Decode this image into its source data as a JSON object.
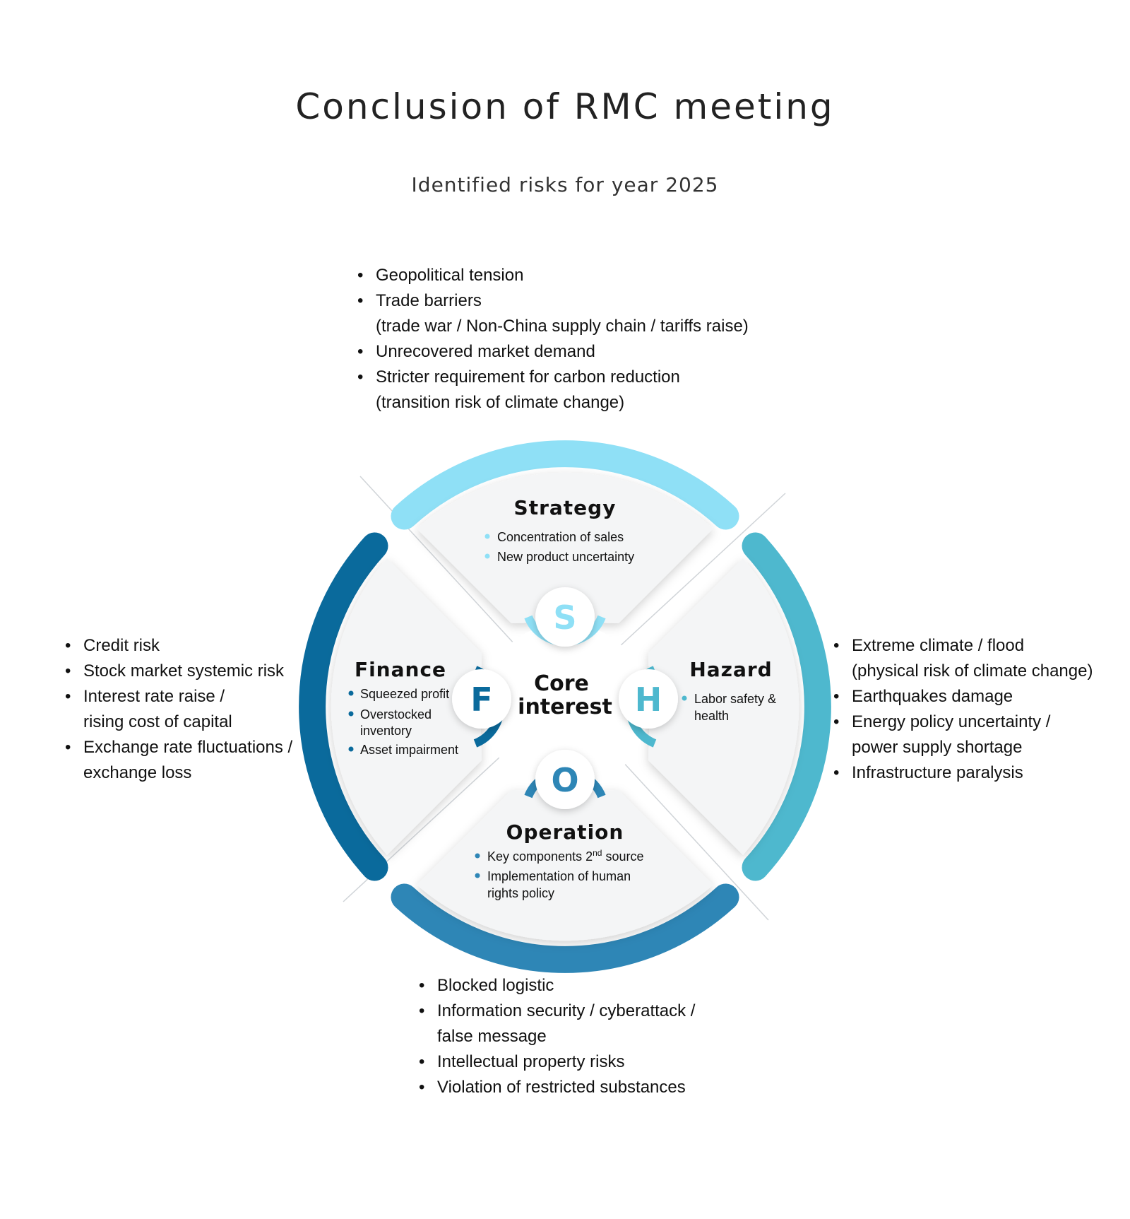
{
  "title": "Conclusion of RMC meeting",
  "subtitle": "Identified risks for year 2025",
  "colors": {
    "strategy": "#8FE0F6",
    "hazard": "#4EB8CE",
    "operation": "#2E86B6",
    "finance": "#0A6A9C",
    "panel": "#F4F5F6"
  },
  "outer_lists": {
    "top": [
      "Geopolitical tension",
      "Trade barriers",
      "(trade war / Non-China supply chain / tariffs raise)",
      "Unrecovered market demand",
      "Stricter requirement for carbon reduction",
      "(transition risk of climate change)"
    ],
    "left": [
      "Credit risk",
      "Stock market systemic risk",
      "Interest rate raise /",
      "rising cost of capital",
      "Exchange rate fluctuations /",
      "exchange loss"
    ],
    "right": [
      "Extreme climate / flood",
      "(physical risk of climate change)",
      "Earthquakes damage",
      "Energy policy uncertainty /",
      "power supply shortage",
      "Infrastructure paralysis"
    ],
    "bottom": [
      "Blocked logistic",
      "Information security / cyberattack /",
      "false message",
      "Intellectual property risks",
      "Violation of restricted substances"
    ]
  },
  "quadrants": {
    "strategy": {
      "title": "Strategy",
      "letter": "S",
      "items": [
        "Concentration of sales",
        "New product uncertainty"
      ]
    },
    "finance": {
      "title": "Finance",
      "letter": "F",
      "items": [
        "Squeezed profit",
        "Overstocked",
        "inventory",
        "Asset impairment"
      ]
    },
    "hazard": {
      "title": "Hazard",
      "letter": "H",
      "items": [
        "Labor safety &",
        "health"
      ]
    },
    "operation": {
      "title": "Operation",
      "letter": "O",
      "items": [
        "Key components 2",
        "nd",
        " source",
        "Implementation of human",
        "rights policy"
      ]
    }
  },
  "core": [
    "Core",
    "interest"
  ]
}
